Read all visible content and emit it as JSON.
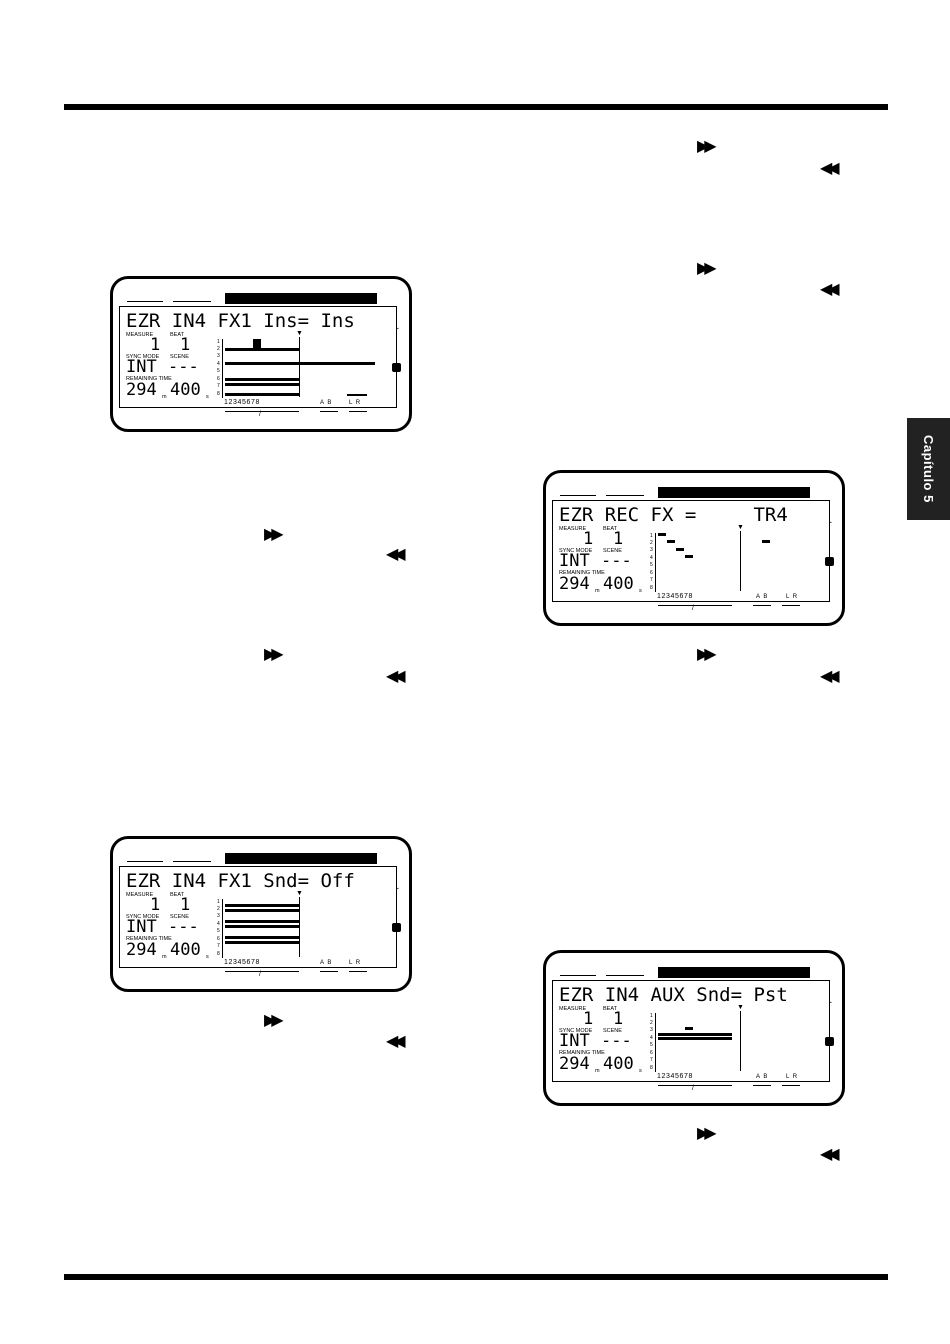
{
  "page": {
    "side_tab": "Capítulo 5",
    "ff_symbol": "▶▶",
    "rew_symbol": "◀◀"
  },
  "lcd_labels": {
    "measure": "MEASURE",
    "beat": "BEAT",
    "sync_mode": "SYNC MODE",
    "scene": "SCENE",
    "remaining_time": "REMAINING TIME",
    "measure_value": "1",
    "beat_value": "1",
    "sync_value": "INT",
    "scene_value": "---",
    "time_main": "294",
    "time_m": "m",
    "time_sec": "400",
    "time_s": "s",
    "channels": "12345678",
    "ab": "A B",
    "lr": "L R",
    "slash": "/",
    "marker": "▼",
    "minus": "-"
  },
  "displays": [
    {
      "text": "EZR IN4 FX1 Ins= Ins"
    },
    {
      "text": "EZR REC FX =     TR4"
    },
    {
      "text": "EZR IN4 FX1 Snd= Off"
    },
    {
      "text": "EZR IN4 AUX Snd= Pst"
    }
  ]
}
